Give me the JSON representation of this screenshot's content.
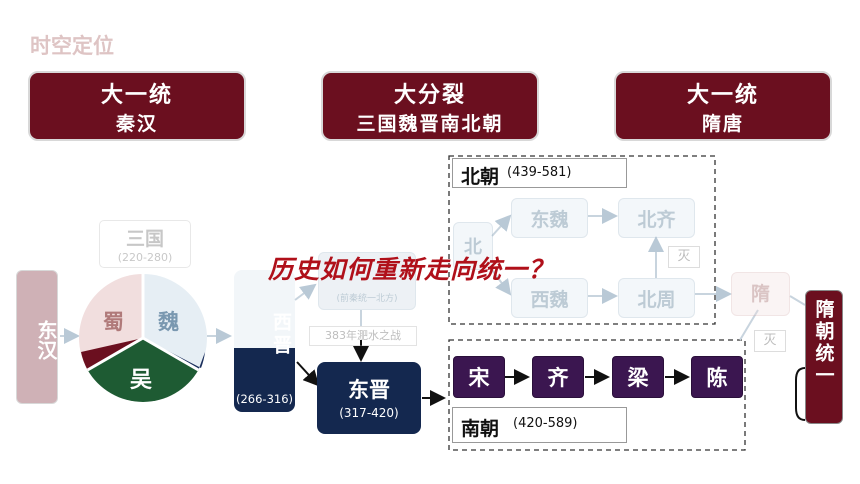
{
  "page_title": "时空定位",
  "banners": [
    {
      "line1": "大一统",
      "line2": "秦汉"
    },
    {
      "line1": "大分裂",
      "line2": "三国魏晋南北朝"
    },
    {
      "line1": "大一统",
      "line2": "隋唐"
    }
  ],
  "nodes": {
    "donghan": "东汉",
    "sanguo": "三国",
    "sanguo_years": "(220-280)",
    "shu": "蜀",
    "wei": "魏",
    "wu": "吴",
    "xijin": "西晋",
    "xijin_years": "(266-316)",
    "qianqin_sub": "(前秦统一北方)",
    "feishui": "383年淝水之战",
    "dongjin": "东晋",
    "dongjin_years": "(317-420)",
    "beichao": "北朝",
    "beichao_years": "(439-581)",
    "bei": "北",
    "dongwei": "东魏",
    "xiwei": "西魏",
    "beiqi": "北齐",
    "beizhou": "北周",
    "mie": "灭",
    "sui": "隋",
    "song": "宋",
    "qi": "齐",
    "liang": "梁",
    "chen": "陈",
    "nanchao": "南朝",
    "nanchao_years": "(420-589)",
    "sui_unify": "隋朝统一"
  },
  "question": "历史如何重新走向统一？",
  "colors": {
    "banner": "#6b0f1f",
    "navy": "#14284f",
    "purple": "#3b1650",
    "wu_green": "#1e5b33",
    "question_red": "#b0101a"
  }
}
